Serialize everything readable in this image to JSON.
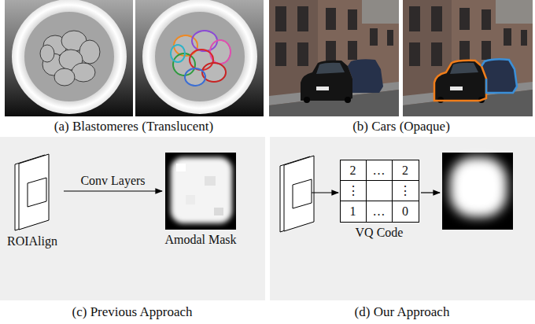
{
  "diagram": {
    "nodes": [
      {
        "text": [
          "ROIAlign"
        ]
      },
      {
        "text": [
          "Amodal Mask"
        ]
      },
      {
        "text": [
          "VQ Code"
        ]
      }
    ],
    "edges": [
      {
        "from": 0,
        "to": 1,
        "arrow": "to",
        "label": "Conv Layers"
      }
    ],
    "labels": [
      "(a) Blastomeres (Translucent)",
      "(b) Cars (Opaque)",
      "(c) Previous Approach",
      "(d) Our Approach",
      "2",
      "…",
      "2",
      "⋮",
      "⋮",
      "1",
      "…",
      "0"
    ]
  }
}
